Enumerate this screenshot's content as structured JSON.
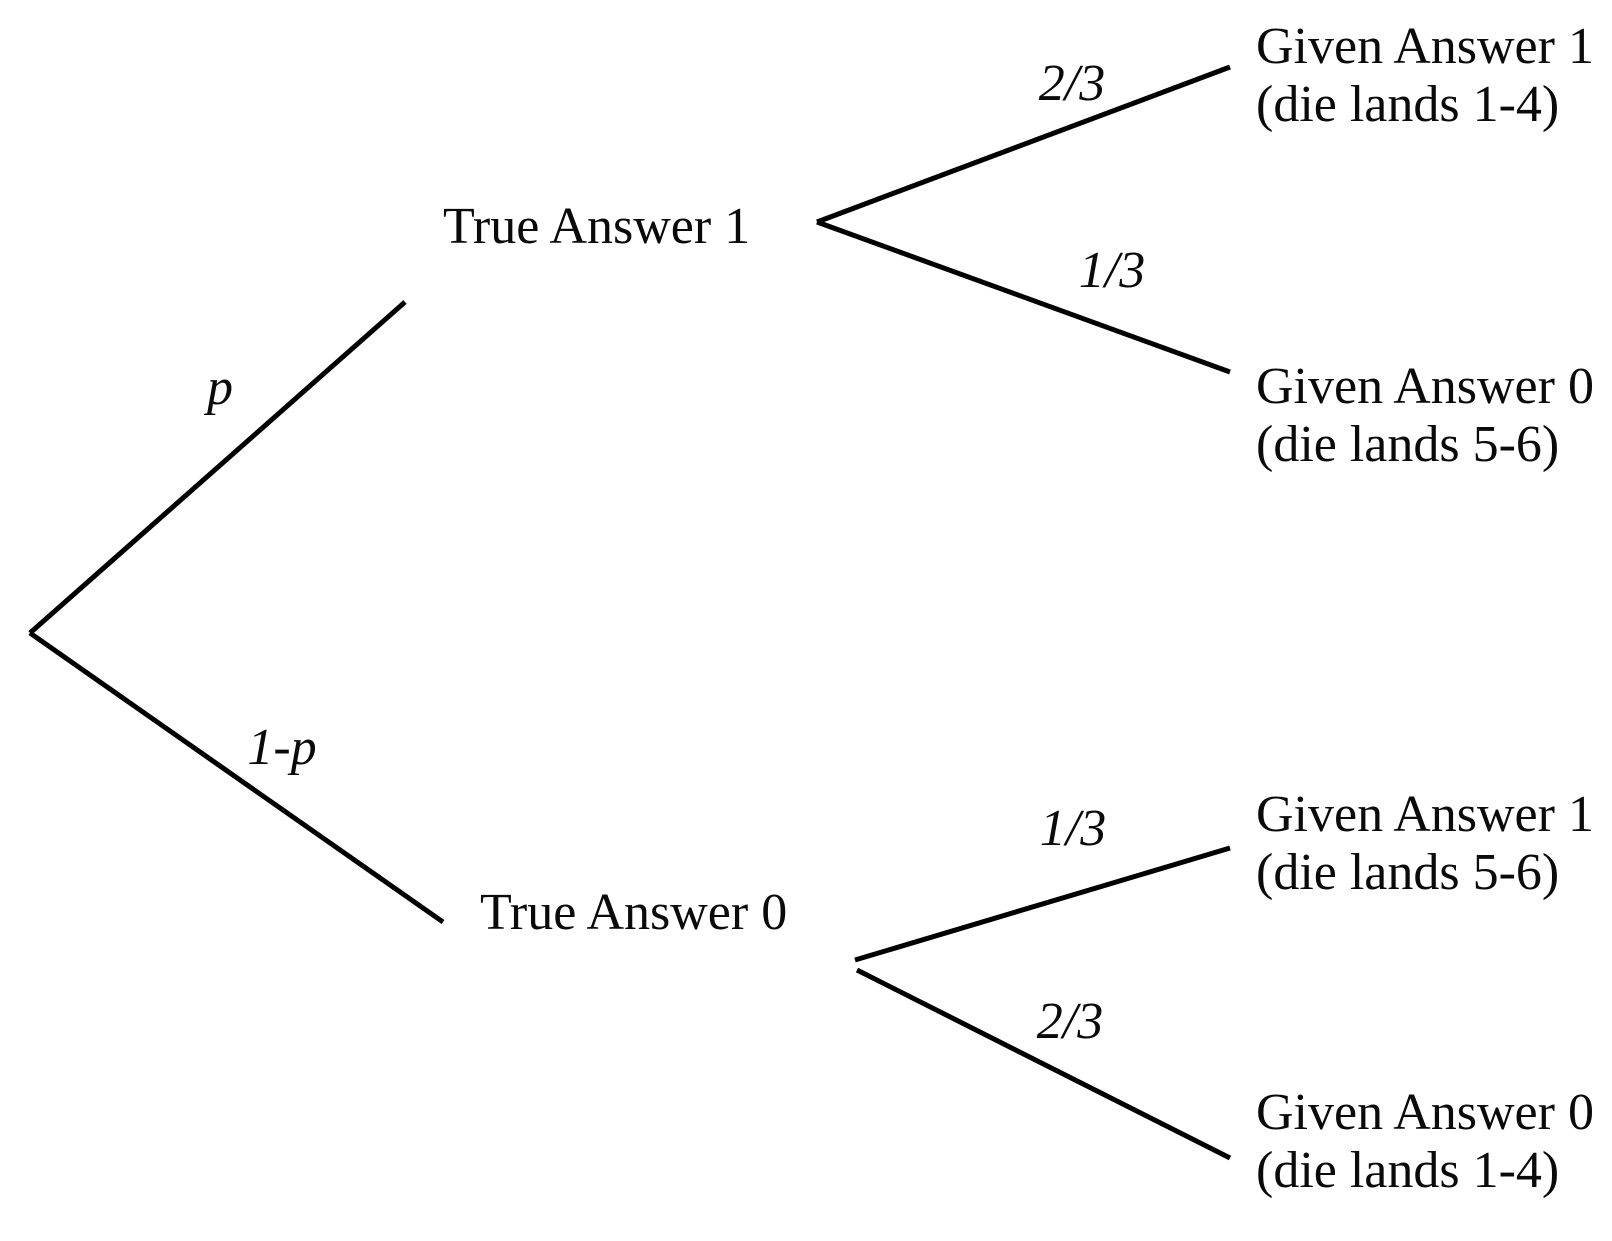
{
  "diagram": {
    "type": "probability-tree",
    "background_color": "#ffffff",
    "line_color": "#000000",
    "text_color": "#0a0a0a",
    "root": {
      "branches": [
        {
          "probability": "p",
          "target": "True Answer 1"
        },
        {
          "probability": "1-p",
          "target": "True Answer 0"
        }
      ]
    },
    "nodes": {
      "true_answer_1": {
        "label": "True Answer 1",
        "branches": [
          {
            "probability": "2/3",
            "outcome": "Given Answer 1",
            "detail": "(die lands 1-4)"
          },
          {
            "probability": "1/3",
            "outcome": "Given Answer 0",
            "detail": "(die lands 5-6)"
          }
        ]
      },
      "true_answer_0": {
        "label": "True Answer 0",
        "branches": [
          {
            "probability": "1/3",
            "outcome": "Given Answer 1",
            "detail": "(die lands 5-6)"
          },
          {
            "probability": "2/3",
            "outcome": "Given Answer 0",
            "detail": "(die lands 1-4)"
          }
        ]
      }
    }
  }
}
